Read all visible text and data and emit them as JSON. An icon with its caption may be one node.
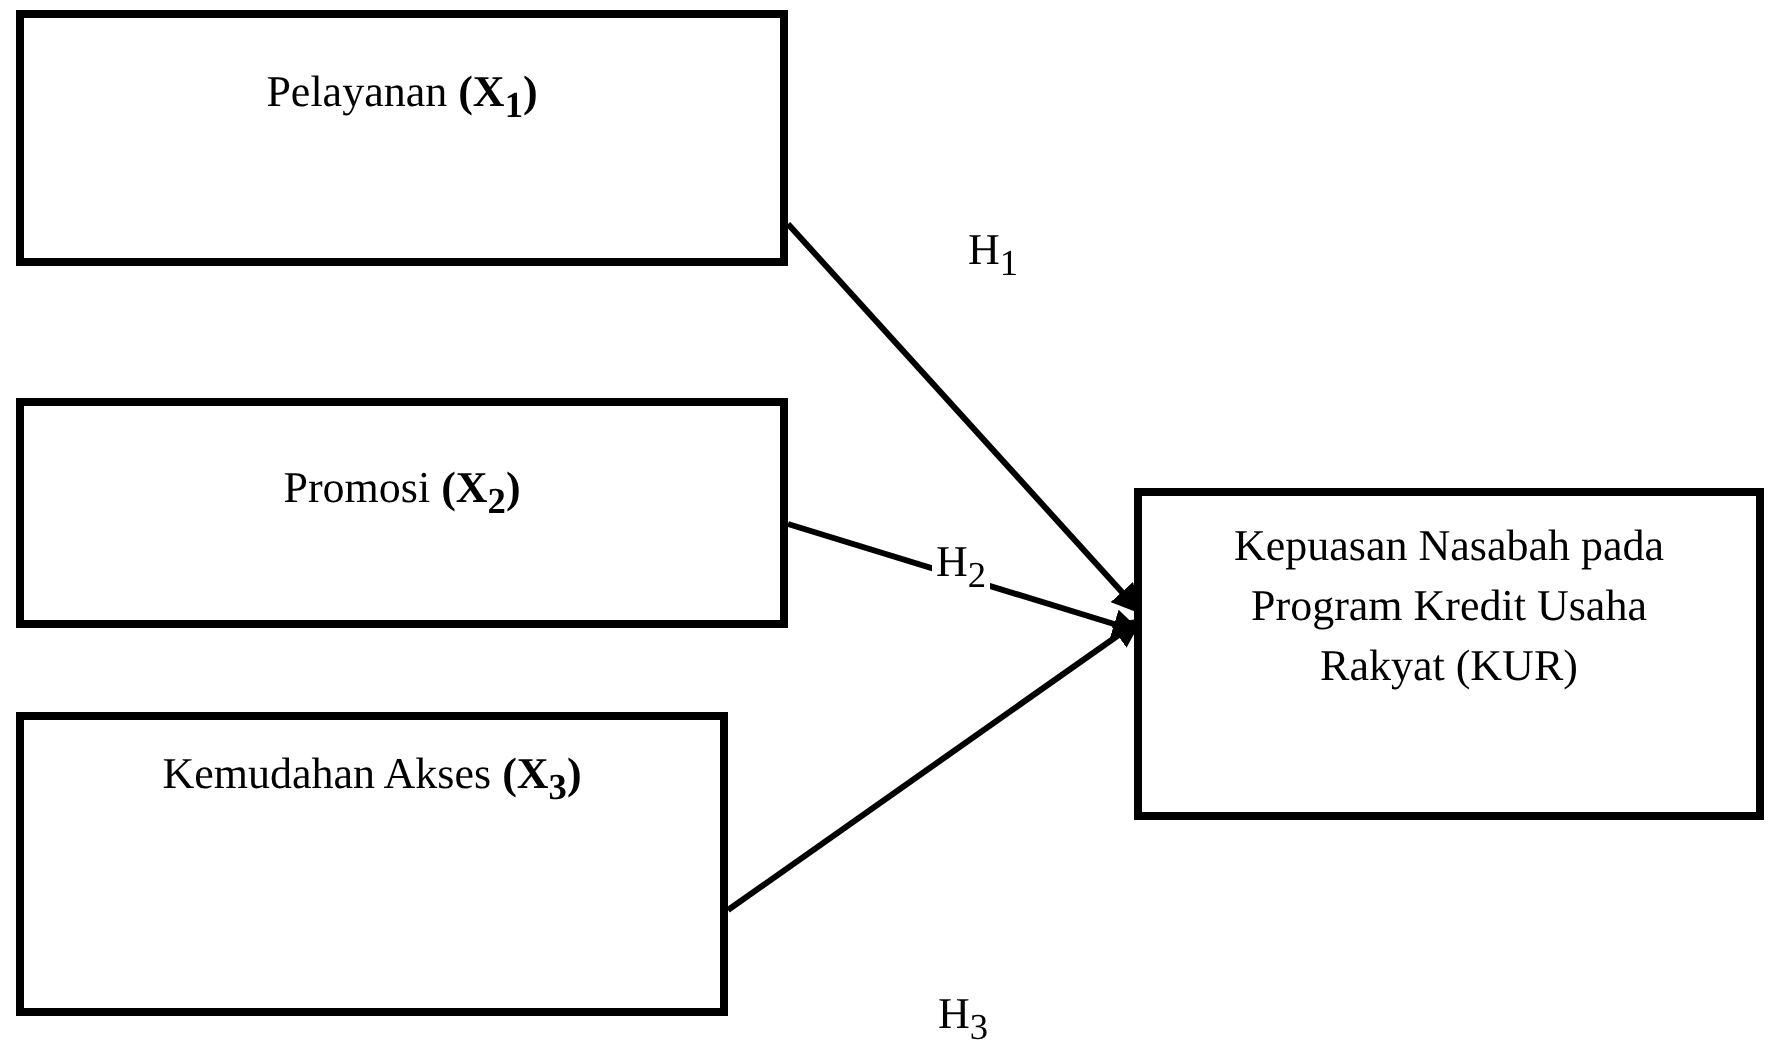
{
  "diagram": {
    "nodes": [
      {
        "text": [
          "Pelayanan **(X$_{1}$)**"
        ]
      },
      {
        "text": [
          "Promosi **(X$_{2}$)**"
        ]
      },
      {
        "text": [
          "Kemudahan Akses **(X$_{3}$)**"
        ]
      },
      {
        "text": [
          "Kepuasan Nasabah pada Program Kredit Usaha Rakyat (KUR)"
        ]
      }
    ],
    "edges": [
      {
        "from": 0,
        "to": 3,
        "arrow": "to",
        "label": "H$_{1}$"
      },
      {
        "from": 1,
        "to": 3,
        "arrow": "to",
        "label": "H$_{2}$"
      },
      {
        "from": 2,
        "to": 3,
        "arrow": "to",
        "label": "H$_{3}$"
      }
    ]
  }
}
